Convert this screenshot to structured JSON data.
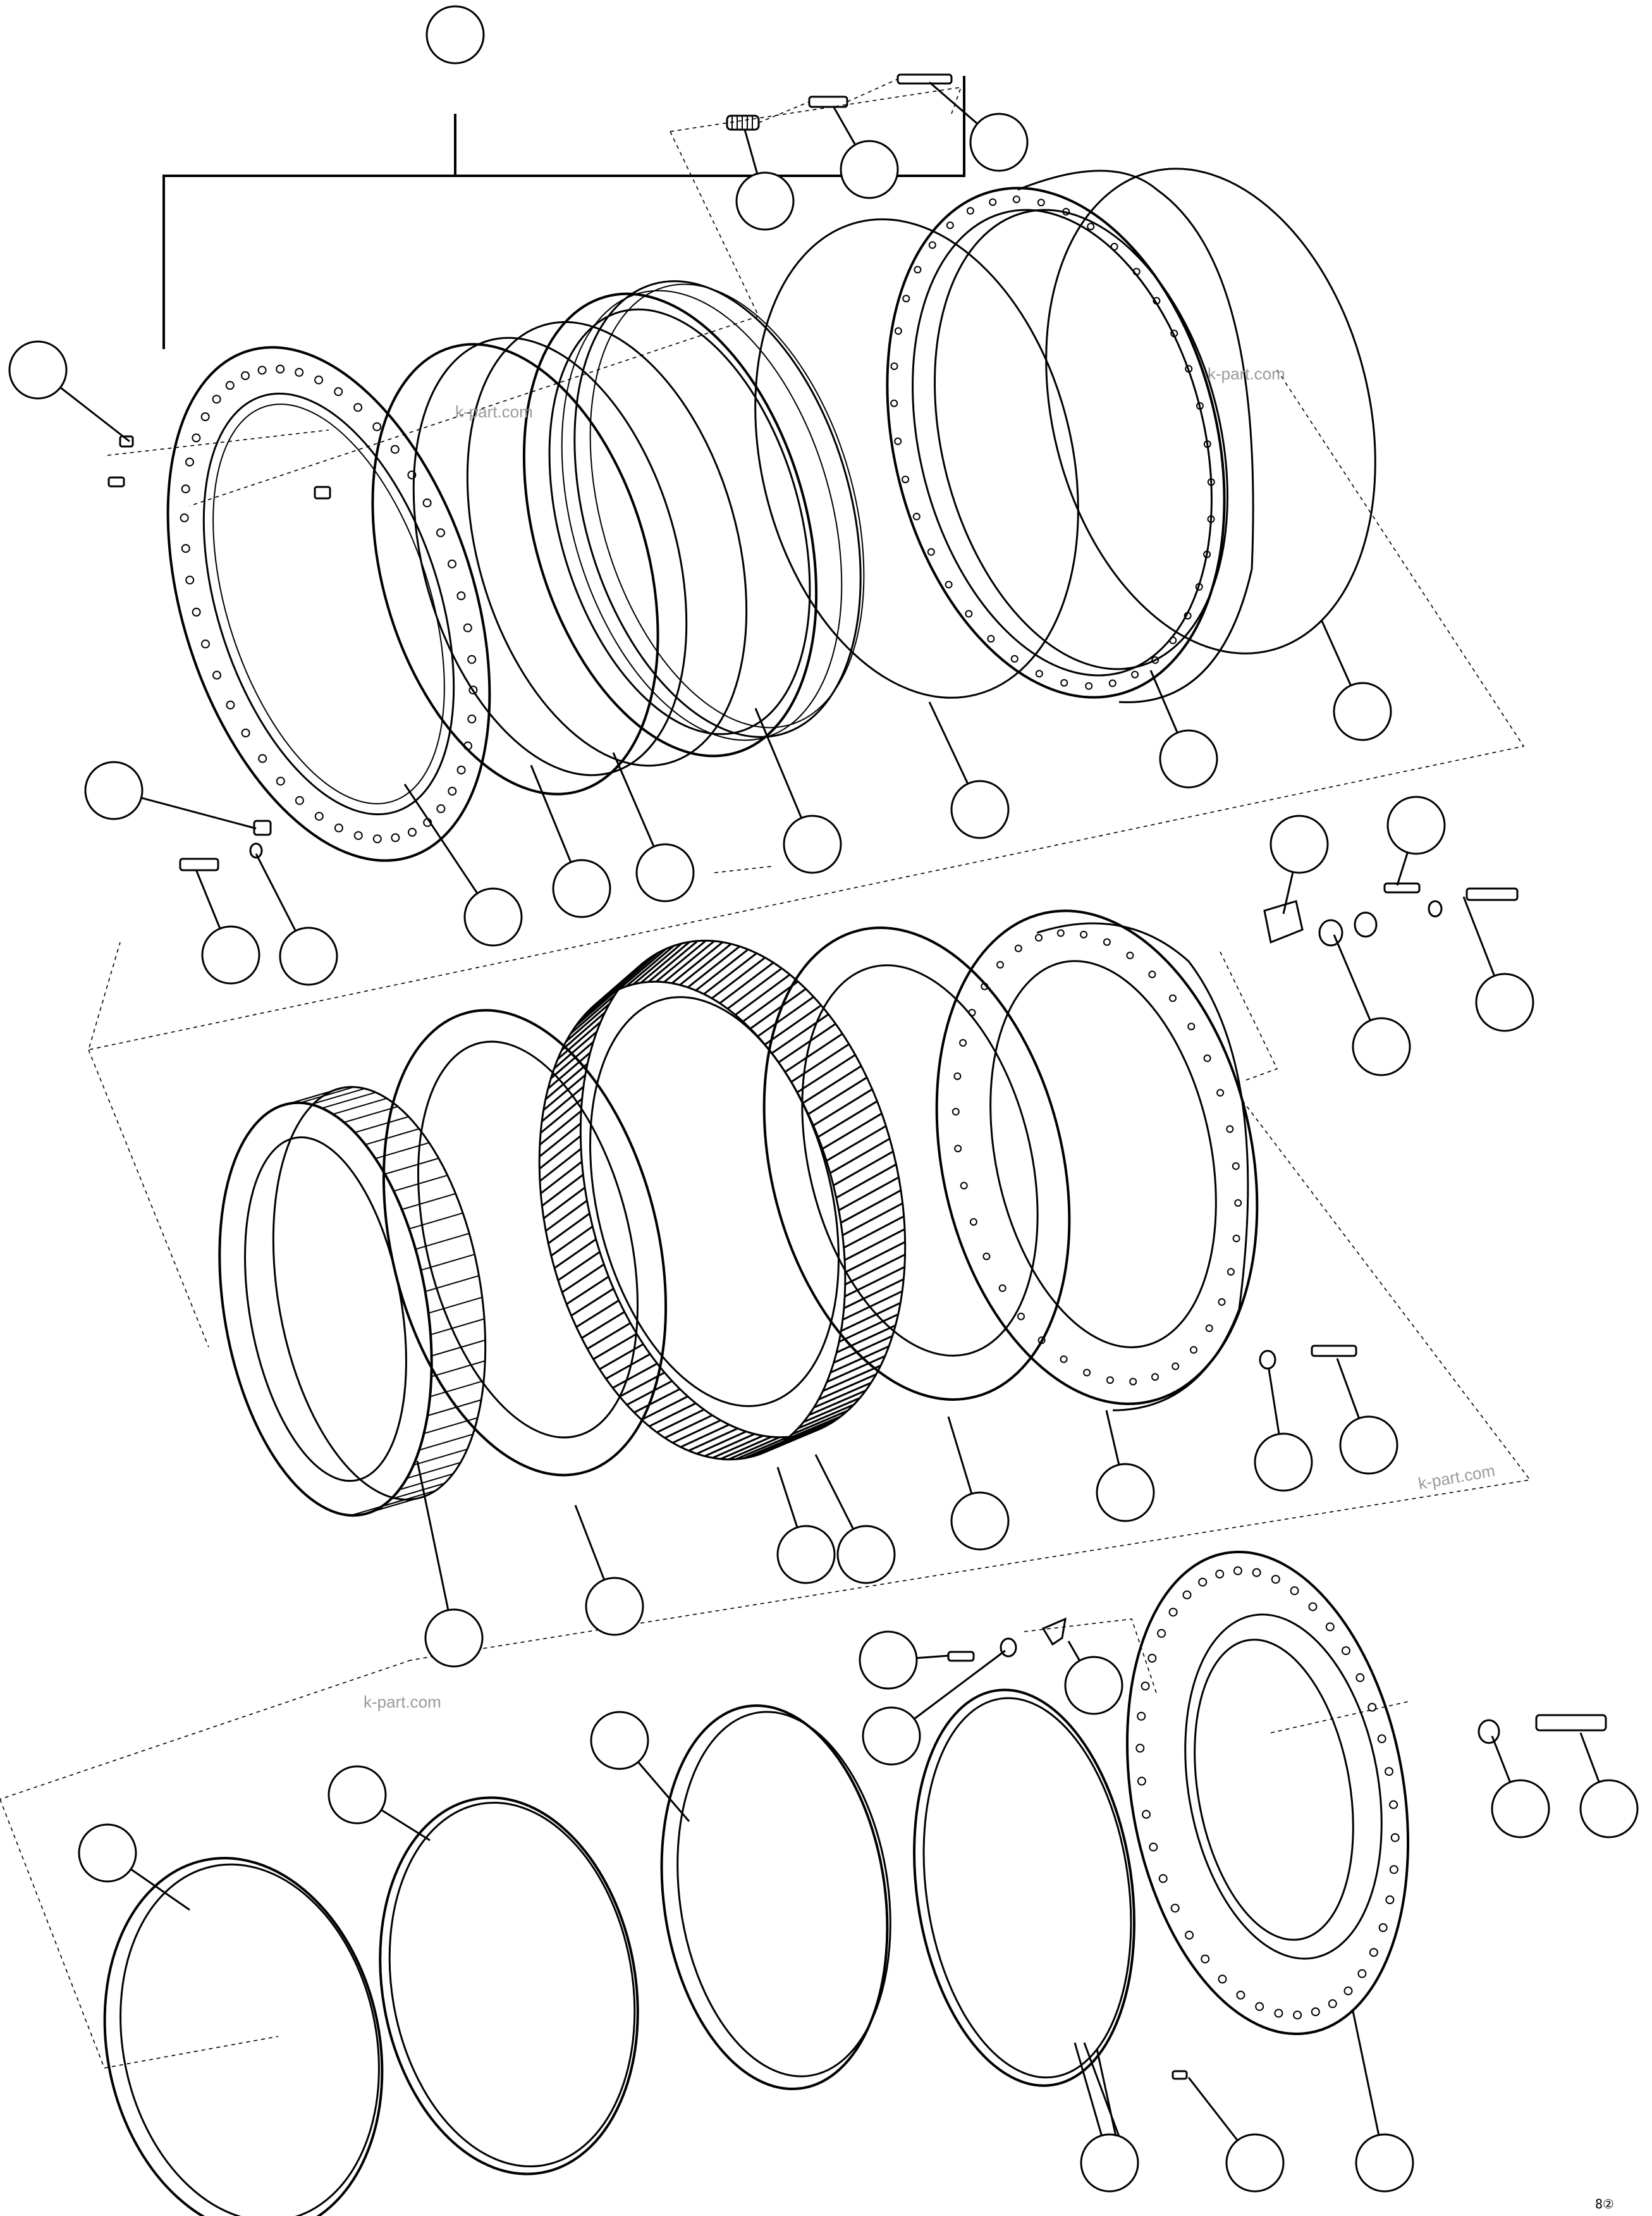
{
  "watermarks": [
    "k-part.com",
    "k-part.com",
    "k-part.com",
    "k-part.com"
  ],
  "figure_code": "8②"
}
